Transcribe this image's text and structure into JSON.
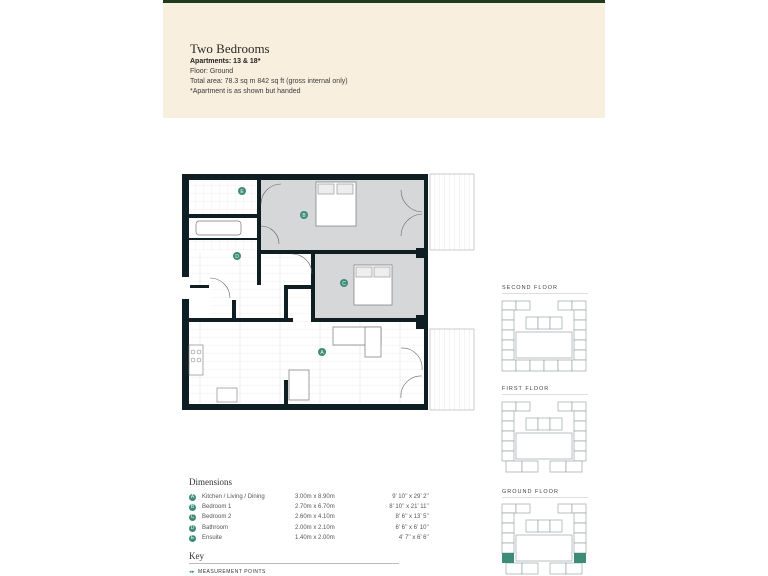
{
  "header": {
    "title": "Two Bedrooms",
    "apartments": "Apartments: 13 & 18*",
    "floor": "Floor: Ground",
    "total_area": "Total area: 78.3 sq m   842 sq ft (gross internal only)",
    "note": "*Apartment is as shown but handed"
  },
  "colors": {
    "header_bg": "#f9efdf",
    "top_rule": "#1f3a1f",
    "accent": "#3d8c77",
    "wall": "#0f1e22",
    "bedroom_fill": "#d5d7d8"
  },
  "plan": {
    "room_labels": [
      "A",
      "B",
      "C",
      "D",
      "E"
    ]
  },
  "dimensions": {
    "title": "Dimensions",
    "rows": [
      {
        "badge": "A",
        "name": "Kitchen / Living / Dining",
        "metric": "3.00m x 8.90m",
        "imperial": "9’ 10’’ x 29’ 2’’"
      },
      {
        "badge": "B",
        "name": "Bedroom 1",
        "metric": "2.70m x 6.70m",
        "imperial": "8’ 10’’ x 21’ 11’’"
      },
      {
        "badge": "C",
        "name": "Bedroom 2",
        "metric": "2.60m x 4.10m",
        "imperial": "8’ 6’’ x 13’ 5’’"
      },
      {
        "badge": "D",
        "name": "Bathroom",
        "metric": "2.00m x 2.10m",
        "imperial": "6’ 6’’ x 6’ 10’’"
      },
      {
        "badge": "E",
        "name": "Ensuite",
        "metric": "1.40m x 2.00m",
        "imperial": "4’ 7’’ x 6’ 6’’"
      }
    ]
  },
  "key": {
    "title": "Key",
    "items": [
      {
        "symbol": "◂▸",
        "label": "MEASUREMENT POINTS"
      }
    ]
  },
  "keyplans": [
    {
      "label": "SECOND FLOOR"
    },
    {
      "label": "FIRST FLOOR"
    },
    {
      "label": "GROUND FLOOR"
    }
  ]
}
